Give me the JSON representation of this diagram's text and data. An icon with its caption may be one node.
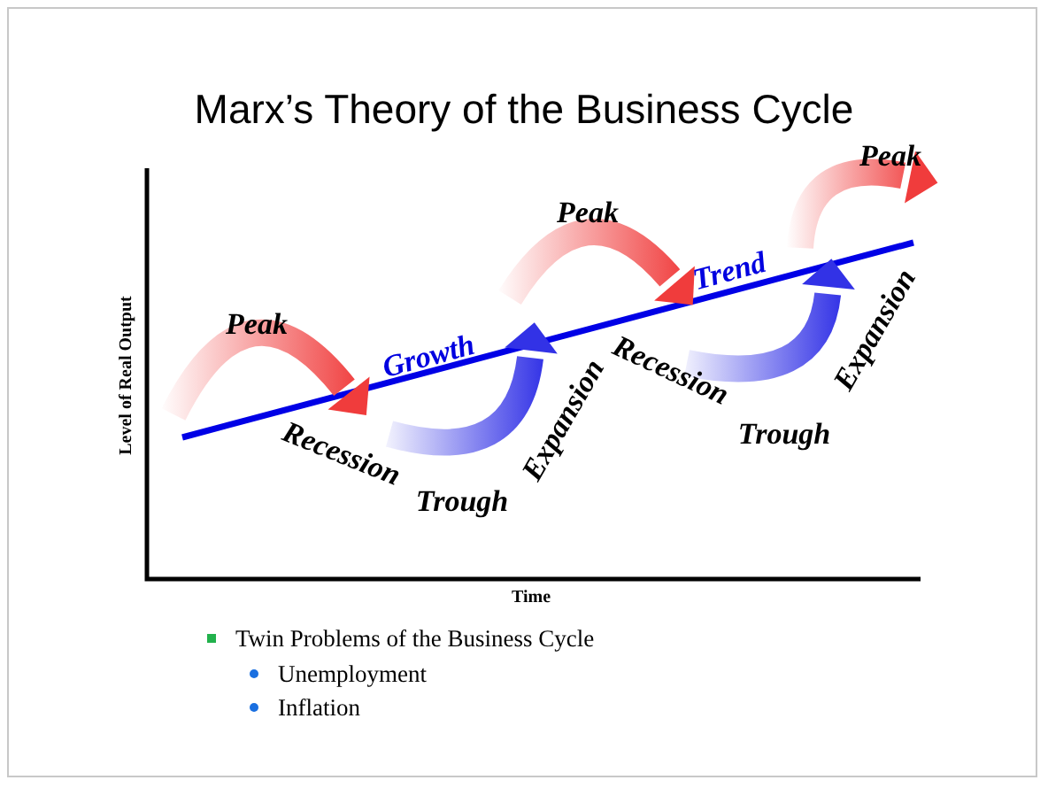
{
  "diagram": {
    "title": "Marx’s Theory of the Business Cycle",
    "labels": [
      "Peak",
      "Peak",
      "Trend",
      "Level of Real Output",
      "Peak",
      "Growth",
      "Recession",
      "Expansion",
      "Trough",
      "Recession",
      "Expansion",
      "Trough",
      "Time",
      "Twin Problems of the Business Cycle",
      "Unemployment",
      "Inflation"
    ]
  }
}
